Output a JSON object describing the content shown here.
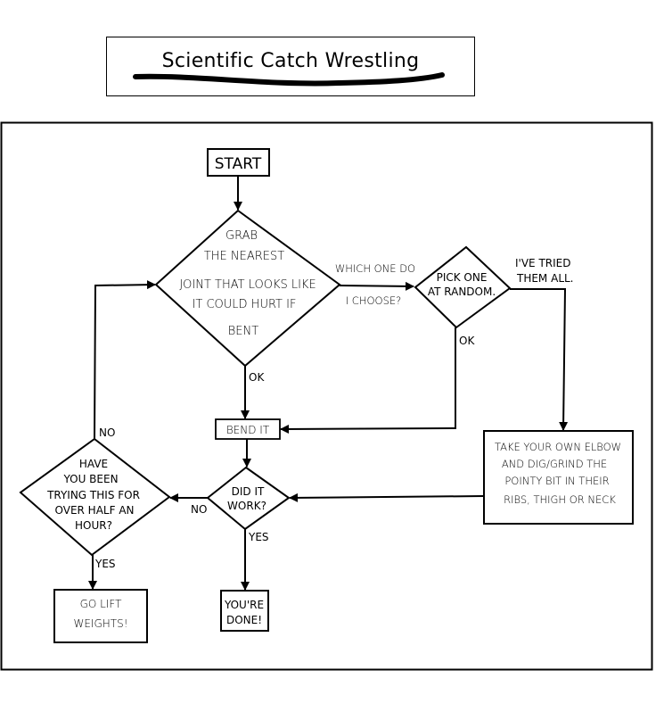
{
  "title": "Scientific Catch Wrestling",
  "flowchart": {
    "start": "START",
    "grab_diamond": [
      "GRAB",
      "THE NEAREST",
      "JOINT THAT LOOKS LIKE",
      "IT COULD HURT IF",
      "BENT"
    ],
    "which_label": [
      "WHICH ONE DO",
      "I CHOOSE?"
    ],
    "pick_diamond": [
      "PICK ONE",
      "AT RANDOM."
    ],
    "tried_label": [
      "I'VE TRIED",
      "THEM ALL."
    ],
    "ok_label_grab": "OK",
    "ok_label_pick": "OK",
    "bend_it": "BEND IT",
    "elbow_box": [
      "TAKE YOUR OWN ELBOW",
      "AND DIG/GRIND THE",
      "POINTY BIT IN THEIR",
      "RIBS, THIGH OR NECK"
    ],
    "work_diamond": [
      "DID IT",
      "WORK?"
    ],
    "no_label_work": "NO",
    "yes_label_work": "YES",
    "done_box": [
      "YOU'RE",
      "DONE!"
    ],
    "half_hour_diamond": [
      "HAVE",
      "YOU BEEN",
      "TRYING THIS FOR",
      "OVER HALF AN",
      "HOUR?"
    ],
    "no_label_half": "NO",
    "yes_label_half": "YES",
    "lift_box": [
      "GO LIFT",
      "WEIGHTS!"
    ]
  }
}
